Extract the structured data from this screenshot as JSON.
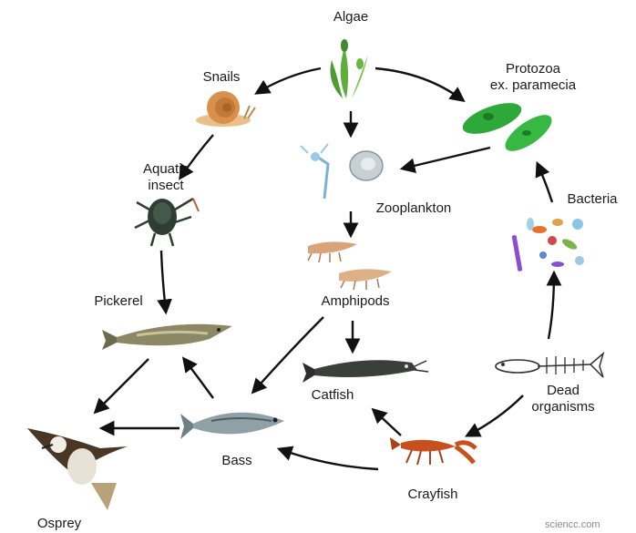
{
  "organisms": {
    "algae": "Algae",
    "snails": "Snails",
    "protozoa": "Protozoa\nex. paramecia",
    "aquatic_insect": "Aquatic\ninsect",
    "zooplankton": "Zooplankton",
    "bacteria": "Bacteria",
    "pickerel": "Pickerel",
    "amphipods": "Amphipods",
    "catfish": "Catfish",
    "dead_organisms": "Dead\norganisms",
    "bass": "Bass",
    "crayfish": "Crayfish",
    "osprey": "Osprey"
  },
  "feeding_links": [
    [
      "algae",
      "snails"
    ],
    [
      "algae",
      "protozoa"
    ],
    [
      "algae",
      "zooplankton"
    ],
    [
      "snails",
      "aquatic_insect"
    ],
    [
      "protozoa",
      "zooplankton"
    ],
    [
      "zooplankton",
      "amphipods"
    ],
    [
      "aquatic_insect",
      "pickerel"
    ],
    [
      "amphipods",
      "catfish"
    ],
    [
      "amphipods",
      "bass"
    ],
    [
      "bacteria",
      "protozoa"
    ],
    [
      "dead_organisms",
      "bacteria"
    ],
    [
      "dead_organisms",
      "crayfish"
    ],
    [
      "crayfish",
      "catfish"
    ],
    [
      "crayfish",
      "bass"
    ],
    [
      "bass",
      "pickerel"
    ],
    [
      "bass",
      "osprey"
    ],
    [
      "pickerel",
      "osprey"
    ]
  ],
  "colors": {
    "algae": "#5fae3c",
    "protozoa": "#2fa83a",
    "snail_shell": "#d8904a",
    "insect": "#2e3e34",
    "fish_body": "#8c8866",
    "catfish": "#3b3f3c",
    "bass": "#8fa0a6",
    "crayfish": "#c8501c",
    "osprey": "#4a3624",
    "arrow": "#111111"
  },
  "watermark": "sciencc.com"
}
